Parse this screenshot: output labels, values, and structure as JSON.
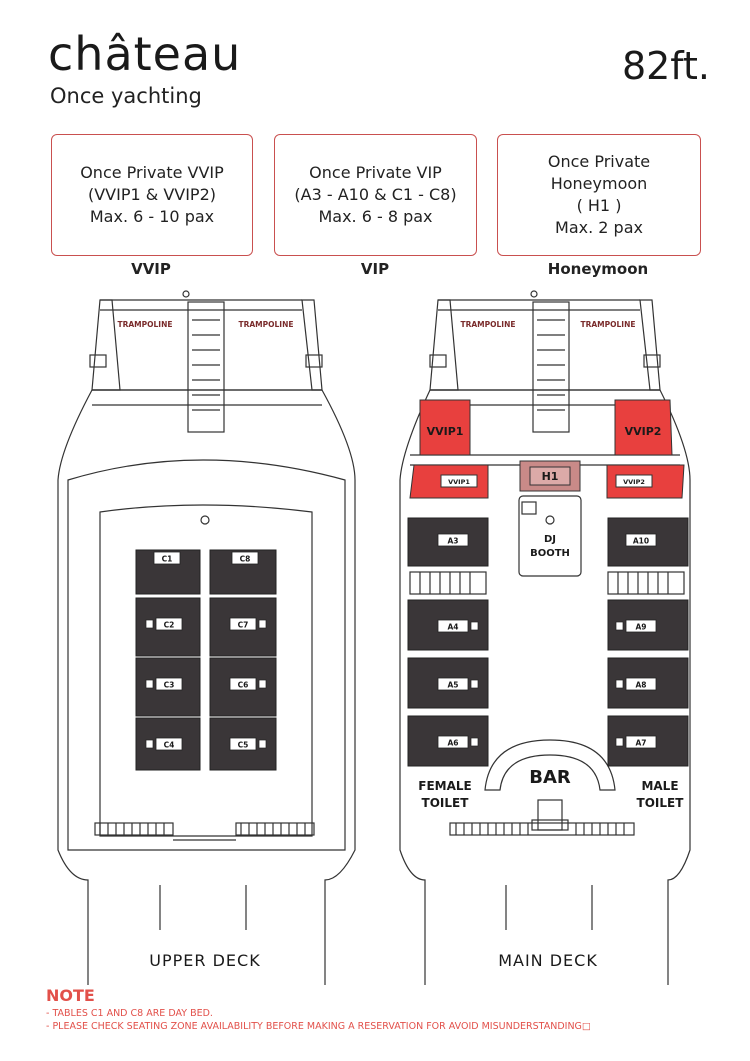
{
  "header": {
    "brand": "château",
    "subtitle": "Once yachting",
    "length": "82ft."
  },
  "packages": [
    {
      "lines": [
        "Once Private VVIP",
        "(VVIP1 & VVIP2)",
        "Max. 6 - 10 pax"
      ]
    },
    {
      "lines": [
        "Once Private VIP",
        "(A3 - A10 & C1 - C8)",
        "Max. 6 - 8 pax"
      ]
    },
    {
      "lines": [
        "Once Private",
        "Honeymoon",
        "( H1 )",
        "Max. 2 pax"
      ]
    }
  ],
  "zone_titles": [
    "VVIP",
    "VIP",
    "Honeymoon"
  ],
  "upper_deck": {
    "label": "UPPER DECK",
    "trampoline": "TRAMPOLINE",
    "tables_left": [
      "C1",
      "C2",
      "C3",
      "C4"
    ],
    "tables_right": [
      "C8",
      "C7",
      "C6",
      "C5"
    ]
  },
  "main_deck": {
    "label": "MAIN DECK",
    "trampoline": "TRAMPOLINE",
    "vvip_top_left": "VVIP1",
    "vvip_top_right": "VVIP2",
    "vvip_small_left": "VVIP1",
    "vvip_small_right": "VVIP2",
    "honeymoon": "H1",
    "dj": [
      "DJ",
      "BOOTH"
    ],
    "tables_left": [
      "A3",
      "A4",
      "A5",
      "A6"
    ],
    "tables_right": [
      "A10",
      "A9",
      "A8",
      "A7"
    ],
    "bar": "BAR",
    "female_toilet": [
      "FEMALE",
      "TOILET"
    ],
    "male_toilet": [
      "MALE",
      "TOILET"
    ]
  },
  "colors": {
    "vvip": "#e8403e",
    "honeymoon": "#c98a88",
    "table": "#3a3638",
    "accent": "#c9504f"
  },
  "note": {
    "title": "NOTE",
    "lines": [
      "- TABLES C1 AND C8 ARE DAY BED.",
      "- PLEASE CHECK SEATING ZONE AVAILABILITY BEFORE MAKING A RESERVATION FOR AVOID MISUNDERSTANDING□"
    ]
  }
}
